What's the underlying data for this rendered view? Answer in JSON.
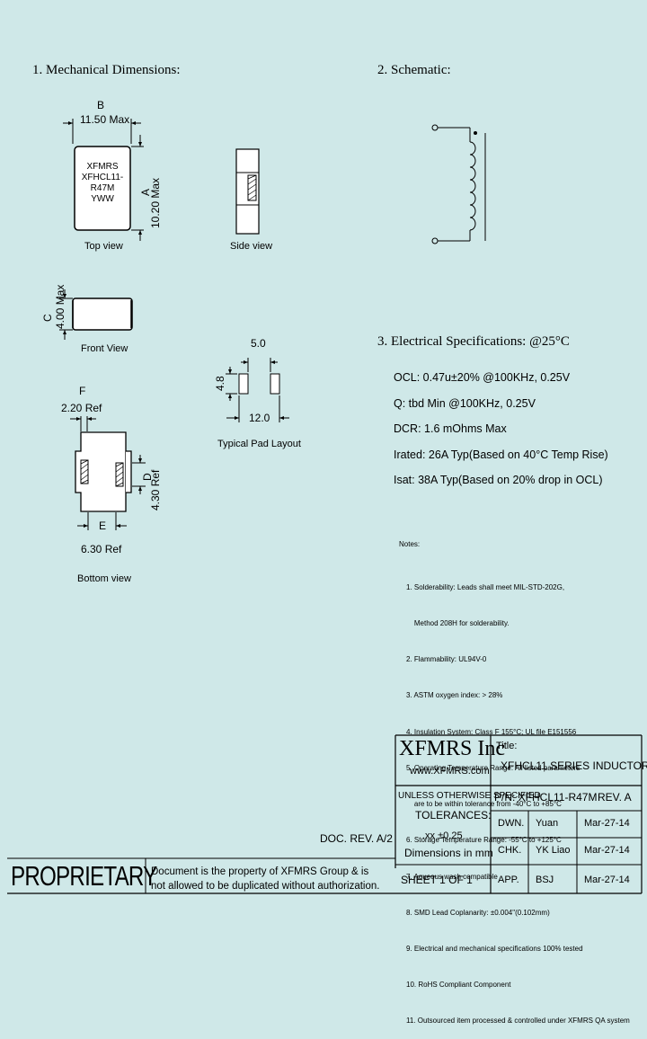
{
  "sections": {
    "mechanical": "1. Mechanical Dimensions:",
    "schematic": "2. Schematic:",
    "electrical": "3. Electrical Specifications: @25°C"
  },
  "mechanical": {
    "dim_b_letter": "B",
    "dim_b_value": "11.50 Max",
    "dim_a_letter": "A",
    "dim_a_value": "10.20 Max",
    "marking": [
      "XFMRS",
      "XFHCL11-",
      "R47M",
      "YWW"
    ],
    "top_view": "Top view",
    "side_view": "Side view",
    "dim_c_letter": "C",
    "dim_c_value": "4.00 Max",
    "front_view": "Front View",
    "dim_f_letter": "F",
    "dim_f_value": "2.20 Ref",
    "dim_d_letter": "D",
    "dim_d_value": "4.30 Ref",
    "dim_e_letter": "E",
    "dim_e_value": "6.30 Ref",
    "bottom_view": "Bottom view",
    "pad_5": "5.0",
    "pad_4_8": "4.8",
    "pad_12": "12.0",
    "pad_layout": "Typical Pad Layout"
  },
  "specs": [
    "OCL: 0.47u±20% @100KHz, 0.25V",
    "Q: tbd Min @100KHz, 0.25V",
    "DCR: 1.6 mOhms Max",
    "Irated: 26A Typ(Based on 40°C Temp Rise)",
    "Isat: 38A Typ(Based on 20% drop in OCL)"
  ],
  "notes": {
    "title": "Notes:",
    "items": [
      "1. Solderability: Leads shall meet MIL-STD-202G,",
      "    Method 208H for solderability.",
      "2. Flammability: UL94V-0",
      "3. ASTM oxygen index: > 28%",
      "4. Insulation System: Class F 155°C; UL file E151556",
      "5. Operating Temperature Range: All listed parameters",
      "    are to be within tolerance from -40°C to +85°C",
      "6. Storage Temperature Range: -55°C to +125°C",
      "7. Aqueous wash compatible",
      "8. SMD Lead Coplanarity: ±0.004\"(0.102mm)",
      "9. Electrical and mechanical specifications 100% tested",
      "10. RoHS Compliant Component",
      "11. Outsourced item processed & controlled under XFMRS QA system"
    ]
  },
  "title_block": {
    "company": "XFMRS Inc",
    "website": "www.XFMRS.com",
    "title_label": "Title:",
    "title_value": "XFHCL11 SERIES INDUCTORS",
    "unless": "UNLESS OTHERWISE SPECIFIED",
    "tolerances": "TOLERANCES:",
    "tol_value": ".xx ±0.25",
    "dims": "Dimensions in mm",
    "pn": "P/N: XFHCL11-R47M",
    "rev": "REV. A",
    "doc_rev": "DOC. REV. A/2",
    "dwn_label": "DWN.",
    "dwn_name": "Yuan",
    "dwn_date": "Mar-27-14",
    "chk_label": "CHK.",
    "chk_name": "YK Liao",
    "chk_date": "Mar-27-14",
    "app_label": "APP.",
    "app_name": "BSJ",
    "app_date": "Mar-27-14",
    "sheet": "SHEET 1 OF 1",
    "proprietary": "PROPRIETARY",
    "prop_line1": "Document is the property of XFMRS Group & is",
    "prop_line2": "not allowed to be duplicated without authorization."
  }
}
